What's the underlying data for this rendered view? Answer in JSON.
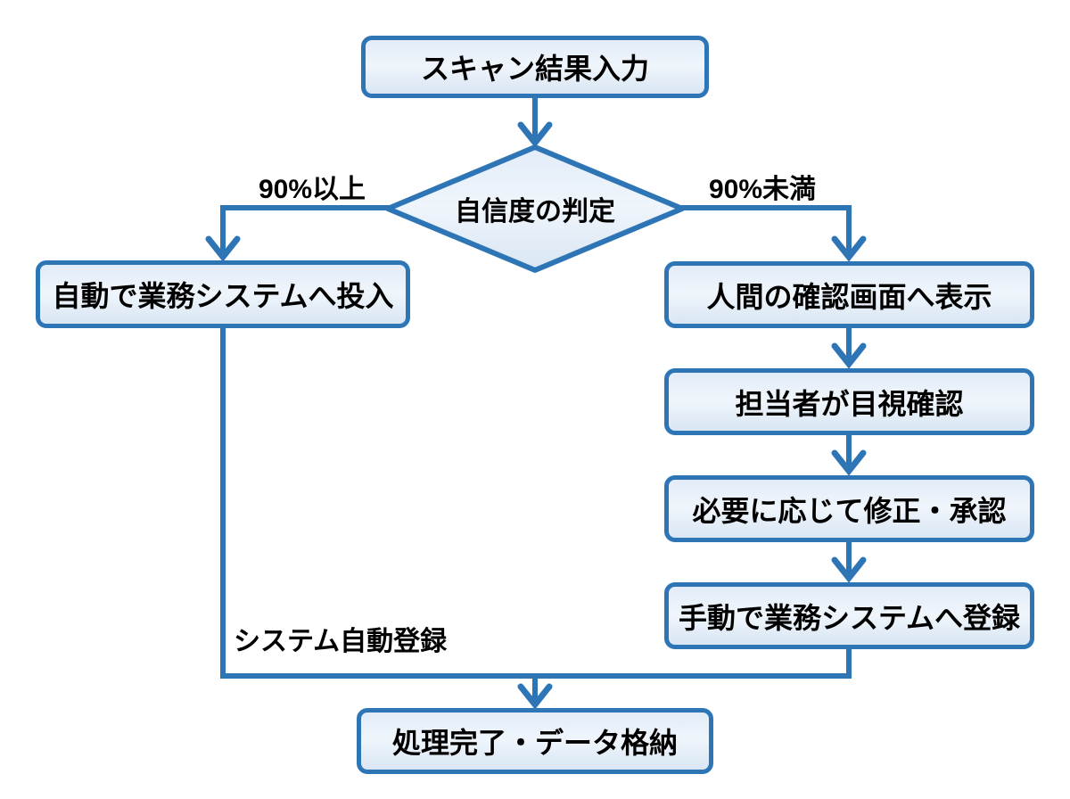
{
  "diagram": {
    "type": "flowchart",
    "nodes": {
      "start": {
        "label": "スキャン結果入力"
      },
      "decision": {
        "label": "自信度の判定"
      },
      "auto": {
        "label": "自動で業務システムへ投入"
      },
      "display": {
        "label": "人間の確認画面へ表示"
      },
      "check": {
        "label": "担当者が目視確認"
      },
      "revise": {
        "label": "必要に応じて修正・承認"
      },
      "manual": {
        "label": "手動で業務システムへ登録"
      },
      "done": {
        "label": "処理完了・データ格納"
      }
    },
    "edge_labels": {
      "branch_left": "90%以上",
      "branch_right": "90%未満",
      "auto_path": "システム自動登録"
    },
    "edges": [
      {
        "from": "start",
        "to": "decision"
      },
      {
        "from": "decision",
        "to": "auto",
        "label": "90%以上"
      },
      {
        "from": "decision",
        "to": "display",
        "label": "90%未満"
      },
      {
        "from": "display",
        "to": "check"
      },
      {
        "from": "check",
        "to": "revise"
      },
      {
        "from": "revise",
        "to": "manual"
      },
      {
        "from": "auto",
        "to": "done",
        "label": "システム自動登録"
      },
      {
        "from": "manual",
        "to": "done"
      }
    ],
    "colors": {
      "stroke": "#2e75b6",
      "fill": "#e2ecf8",
      "fill_dark": "#d9e6f4",
      "text": "#000000",
      "background": "#ffffff"
    }
  }
}
